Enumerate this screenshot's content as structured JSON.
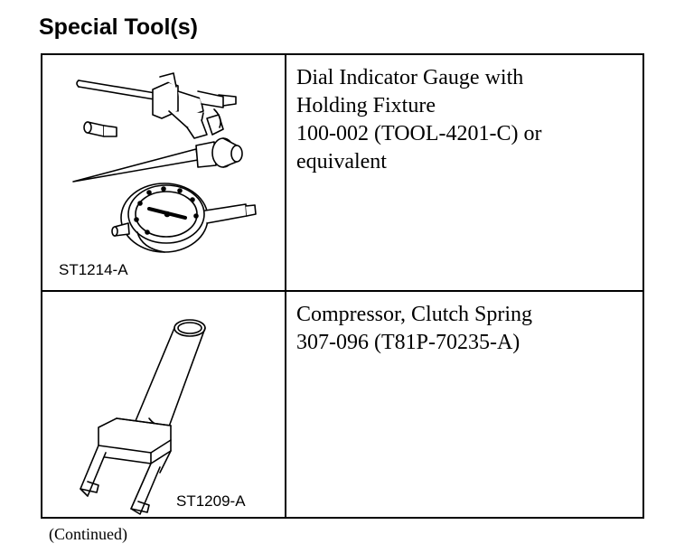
{
  "page": {
    "title": "Special Tool(s)",
    "continued": "(Continued)"
  },
  "tools": [
    {
      "figure_id": "ST1214-A",
      "lines": [
        "Dial Indicator Gauge with",
        "Holding Fixture",
        "100-002 (TOOL-4201-C) or",
        "equivalent"
      ]
    },
    {
      "figure_id": "ST1209-A",
      "lines": [
        "Compressor, Clutch Spring",
        "307-096 (T81P-70235-A)"
      ]
    }
  ]
}
